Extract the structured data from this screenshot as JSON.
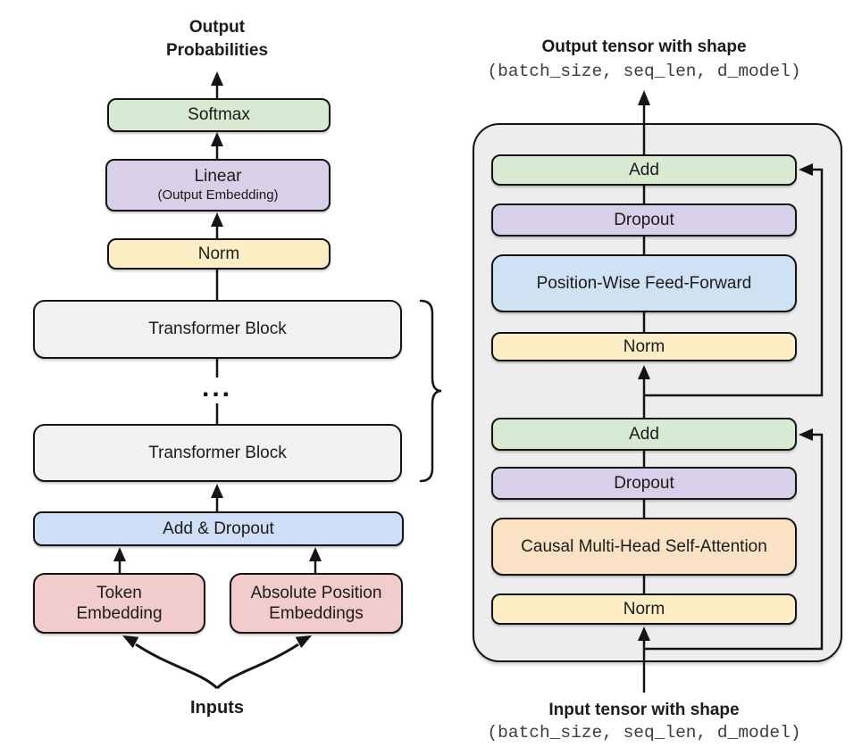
{
  "figure": {
    "left_column": {
      "output_label": "Output\nProbabilities",
      "softmax": "Softmax",
      "linear": "Linear",
      "linear_sub": "(Output Embedding)",
      "norm": "Norm",
      "transformer_block_top": "Transformer Block",
      "ellipsis": "...",
      "transformer_block_bottom": "Transformer Block",
      "add_dropout": "Add & Dropout",
      "token_embedding": "Token\nEmbedding",
      "position_embeddings": "Absolute Position\nEmbeddings",
      "inputs_label": "Inputs"
    },
    "right_column": {
      "output_caption": "Output tensor with shape",
      "output_shape": "(batch_size, seq_len, d_model)",
      "add_top": "Add",
      "dropout_top": "Dropout",
      "feed_forward": "Position-Wise Feed-Forward",
      "norm_top": "Norm",
      "add_bottom": "Add",
      "dropout_bottom": "Dropout",
      "attention": "Causal Multi-Head Self-Attention",
      "norm_bottom": "Norm",
      "input_caption": "Input tensor with shape",
      "input_shape": "(batch_size, seq_len, d_model)"
    },
    "colors": {
      "softmax_green": "#d9ead3",
      "dropout_purple": "#d8d0e8",
      "norm_yellow": "#fdeec5",
      "add_dropout_blue": "#cddef6",
      "feed_forward_blue": "#cfe2f3",
      "embedding_pink": "#f2cccc",
      "attention_orange": "#fbe2c5",
      "block_gray": "#f1f1f1",
      "panel_gray": "#ededed",
      "line_black": "#141414"
    }
  }
}
